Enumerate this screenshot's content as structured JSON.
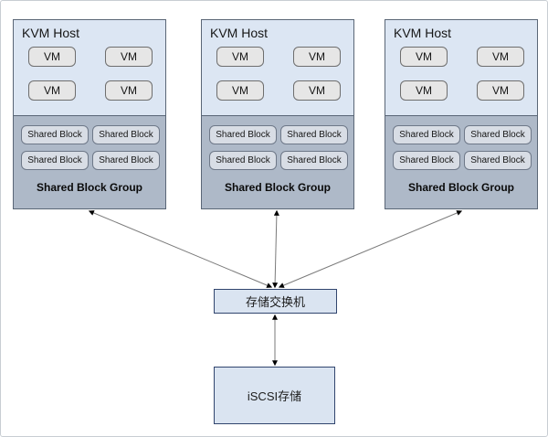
{
  "diagram": {
    "hosts": [
      {
        "title": "KVM Host",
        "vms": [
          "VM",
          "VM",
          "VM",
          "VM"
        ],
        "shared_blocks": [
          "Shared Block",
          "Shared Block",
          "Shared Block",
          "Shared Block"
        ],
        "group_label": "Shared Block Group"
      },
      {
        "title": "KVM Host",
        "vms": [
          "VM",
          "VM",
          "VM",
          "VM"
        ],
        "shared_blocks": [
          "Shared Block",
          "Shared Block",
          "Shared Block",
          "Shared Block"
        ],
        "group_label": "Shared Block Group"
      },
      {
        "title": "KVM Host",
        "vms": [
          "VM",
          "VM",
          "VM",
          "VM"
        ],
        "shared_blocks": [
          "Shared Block",
          "Shared Block",
          "Shared Block",
          "Shared Block"
        ],
        "group_label": "Shared Block Group"
      }
    ],
    "switch_label": "存储交换机",
    "storage_label": "iSCSI存储",
    "colors": {
      "host_fill": "#dce6f3",
      "host_border": "#5a6676",
      "group_fill": "#aeb9c8",
      "vm_fill": "#e6e6e6",
      "vm_border": "#6e6e6e",
      "shared_block_fill": "#d8dde5",
      "shared_block_border": "#6e7888",
      "network_node_fill": "#dae4f1",
      "network_node_border": "#31456e",
      "connector_line": "#7a7a7a",
      "arrowhead": "#000000"
    }
  }
}
